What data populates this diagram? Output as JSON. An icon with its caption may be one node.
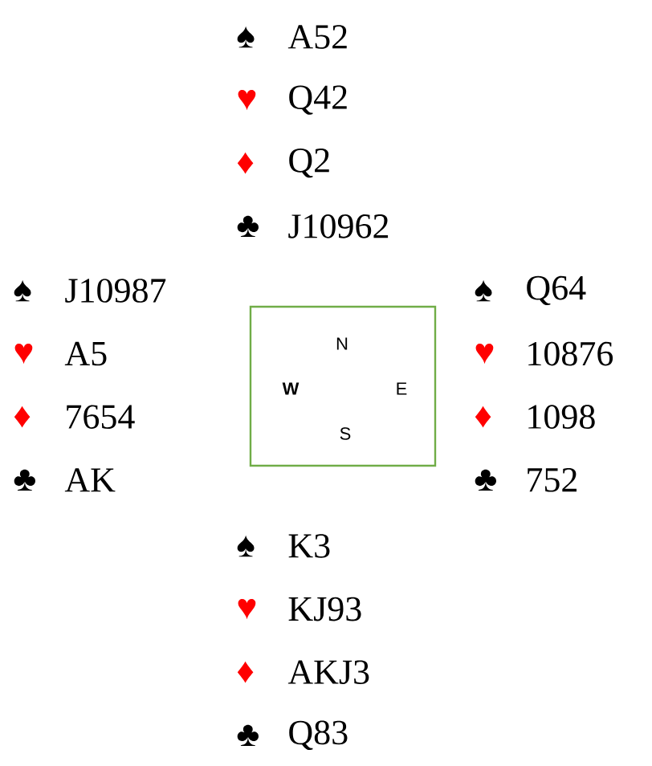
{
  "diagram": {
    "nodes": [
      {
        "text": [
          "N",
          "W",
          "E",
          "S"
        ]
      }
    ],
    "labels": [
      "♠",
      "A52",
      "♥",
      "Q42",
      "♦",
      "Q2",
      "♣",
      "J10962",
      "♠",
      "J10987",
      "♥",
      "A5",
      "♦",
      "7654",
      "♣",
      "AK",
      "♠",
      "Q64",
      "♥",
      "10876",
      "♦",
      "1098",
      "♣",
      "752",
      "♠",
      "K3",
      "♥",
      "KJ93",
      "♦",
      "AKJ3",
      "♣",
      "Q83"
    ]
  }
}
